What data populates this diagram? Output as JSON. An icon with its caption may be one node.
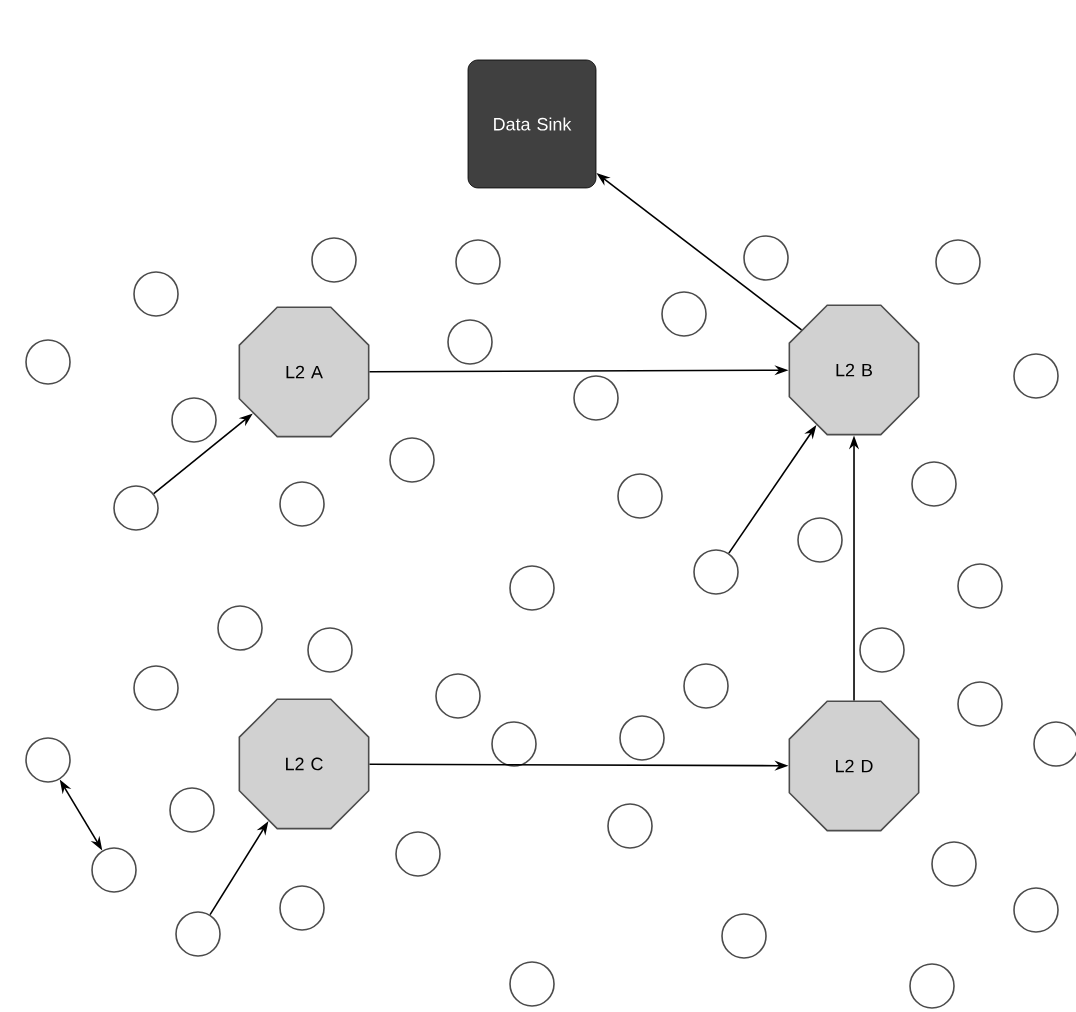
{
  "diagram": {
    "nodes": [
      {
        "text": [
          "Data Sink"
        ]
      },
      {
        "text": [
          "L2 A"
        ]
      },
      {
        "text": [
          "L2 B"
        ]
      },
      {
        "text": [
          "L2 C"
        ]
      },
      {
        "text": [
          "L2 D"
        ]
      },
      {
        "text": [],
        "shape": "circle"
      },
      {
        "text": [],
        "shape": "circle"
      },
      {
        "text": [],
        "shape": "circle"
      },
      {
        "text": [],
        "shape": "circle"
      },
      {
        "text": [],
        "shape": "circle"
      },
      {
        "text": [],
        "shape": "circle"
      },
      {
        "text": [],
        "shape": "circle"
      },
      {
        "text": [],
        "shape": "circle"
      },
      {
        "text": [],
        "shape": "circle"
      },
      {
        "text": [],
        "shape": "circle"
      },
      {
        "text": [],
        "shape": "circle"
      },
      {
        "text": [],
        "shape": "circle"
      },
      {
        "text": [],
        "shape": "circle"
      },
      {
        "text": [],
        "shape": "circle"
      },
      {
        "text": [],
        "shape": "circle"
      },
      {
        "text": [],
        "shape": "circle"
      },
      {
        "text": [],
        "shape": "circle"
      },
      {
        "text": [],
        "shape": "circle"
      },
      {
        "text": [],
        "shape": "circle"
      },
      {
        "text": [],
        "shape": "circle"
      },
      {
        "text": [],
        "shape": "circle"
      },
      {
        "text": [],
        "shape": "circle"
      },
      {
        "text": [],
        "shape": "circle"
      },
      {
        "text": [],
        "shape": "circle"
      },
      {
        "text": [],
        "shape": "circle"
      },
      {
        "text": [],
        "shape": "circle"
      },
      {
        "text": [],
        "shape": "circle"
      },
      {
        "text": [],
        "shape": "circle"
      },
      {
        "text": [],
        "shape": "circle"
      },
      {
        "text": [],
        "shape": "circle"
      },
      {
        "text": [],
        "shape": "circle"
      },
      {
        "text": [],
        "shape": "circle"
      },
      {
        "text": [],
        "shape": "circle"
      },
      {
        "text": [],
        "shape": "circle"
      },
      {
        "text": [],
        "shape": "circle"
      },
      {
        "text": [],
        "shape": "circle"
      },
      {
        "text": [],
        "shape": "circle"
      },
      {
        "text": [],
        "shape": "circle"
      },
      {
        "text": [],
        "shape": "circle"
      },
      {
        "text": [],
        "shape": "circle"
      },
      {
        "text": [],
        "shape": "circle"
      },
      {
        "text": [],
        "shape": "circle"
      }
    ],
    "edges": [
      {
        "from": 19,
        "to": 1,
        "arrow": "to"
      },
      {
        "from": 1,
        "to": 2,
        "arrow": "to"
      },
      {
        "from": 2,
        "to": 0,
        "arrow": "to"
      },
      {
        "from": 22,
        "to": 2,
        "arrow": "to"
      },
      {
        "from": 4,
        "to": 2,
        "arrow": "to"
      },
      {
        "from": 3,
        "to": 4,
        "arrow": "to"
      },
      {
        "from": 32,
        "to": 39,
        "arrow": "both"
      },
      {
        "from": 42,
        "to": 3,
        "arrow": "to"
      }
    ]
  }
}
